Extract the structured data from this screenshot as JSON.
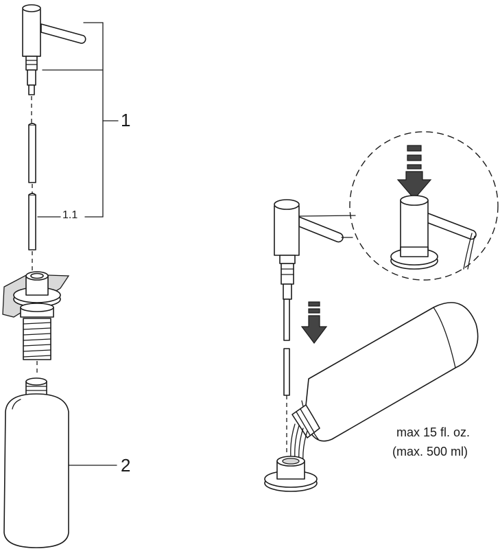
{
  "callouts": {
    "part_1": "1",
    "part_1_1": "1.1",
    "part_2": "2"
  },
  "fill_note": {
    "line1": "max 15 fl. oz.",
    "line2": "(max. 500 ml)"
  },
  "icons": [
    "pump-head-icon",
    "tube-icon",
    "mounting-flange-icon",
    "bottle-icon",
    "press-down-arrow-icon",
    "insert-arrow-icon"
  ]
}
